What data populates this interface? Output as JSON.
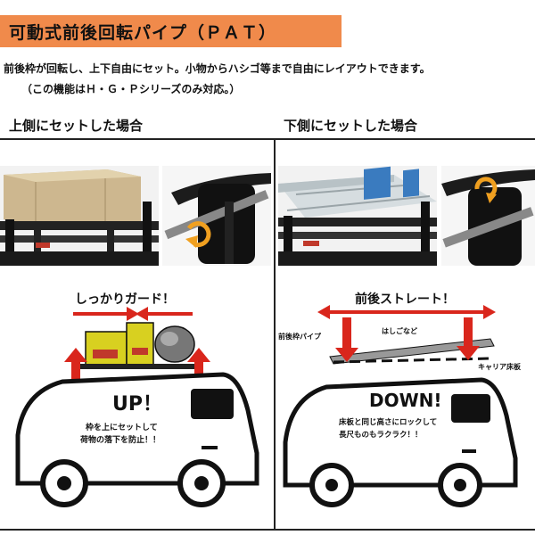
{
  "title": "可動式前後回転パイプ（ＰＡＴ）",
  "description": {
    "line1": "前後枠が回転し、上下自由にセット。小物からハシゴ等まで自由にレイアウトできます。",
    "line2": "（この機能はＨ・Ｇ・Ｐシリーズのみ対応。）"
  },
  "left": {
    "heading": "上側にセットした場合",
    "guard_label": "しっかりガード！",
    "big_label": "UP！",
    "sub_line1": "枠を上にセットして",
    "sub_line2": "荷物の落下を防止！！"
  },
  "right": {
    "heading": "下側にセットした場合",
    "straight_label": "前後ストレート！",
    "pipe_label": "前後枠パイプ",
    "ladder_label": "はしごなど",
    "carrier_label": "キャリア床板",
    "big_label": "DOWN!",
    "sub_line1": "床板と同じ高さにロックして",
    "sub_line2": "長尺ものもラクラク！！"
  },
  "colors": {
    "title_bg": "#f08a4b",
    "arrow_red": "#d9261c",
    "rotate_orange": "#f0a020",
    "ladder_blue": "#3a7bbf"
  }
}
